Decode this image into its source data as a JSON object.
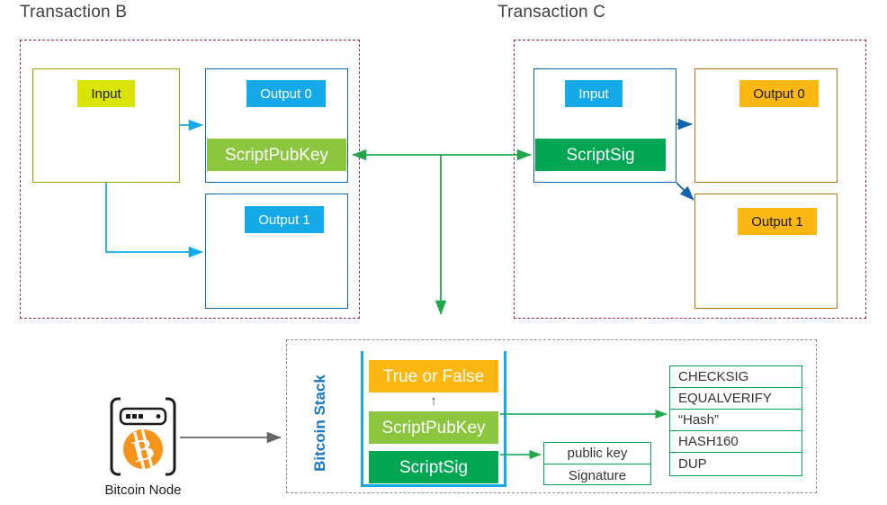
{
  "colors": {
    "tx_border": "#a3254b",
    "bottom_border": "#8c8c8c",
    "blue": "#1165ad",
    "cyan": "#16a9e8",
    "olive": "#9aa300",
    "brown": "#b5761a",
    "yellow_green": "#dbe400",
    "amber": "#fcb713",
    "light_green": "#8cc63f",
    "green": "#00a651",
    "bitcoin_orange": "#f7931a",
    "title_text": "#404040"
  },
  "transaction_b": {
    "title": "Transaction B",
    "input_label": "Input",
    "output0_label": "Output 0",
    "scriptpubkey_label": "ScriptPubKey",
    "output1_label": "Output 1"
  },
  "transaction_c": {
    "title": "Transaction C",
    "input_label": "Input",
    "scriptsig_label": "ScriptSig",
    "output0_label": "Output 0",
    "output1_label": "Output 1"
  },
  "bottom": {
    "node": {
      "label": "Bitcoin Node",
      "icon": "bitcoin-node-icon",
      "symbol": "Ƀ"
    },
    "stack": {
      "label": "Bitcoin Stack",
      "arrow_glyph": "↑",
      "items": [
        {
          "label": "True or False",
          "style": "gold"
        },
        {
          "label": "ScriptPubKey",
          "style": "lightgreen"
        },
        {
          "label": "ScriptSig",
          "style": "green"
        }
      ]
    },
    "sig_list": {
      "rows": [
        "public key",
        "Signature"
      ]
    },
    "opcode_list": {
      "rows": [
        "CHECKSIG",
        "EQUALVERIFY",
        "“Hash”",
        "HASH160",
        "DUP"
      ]
    }
  }
}
